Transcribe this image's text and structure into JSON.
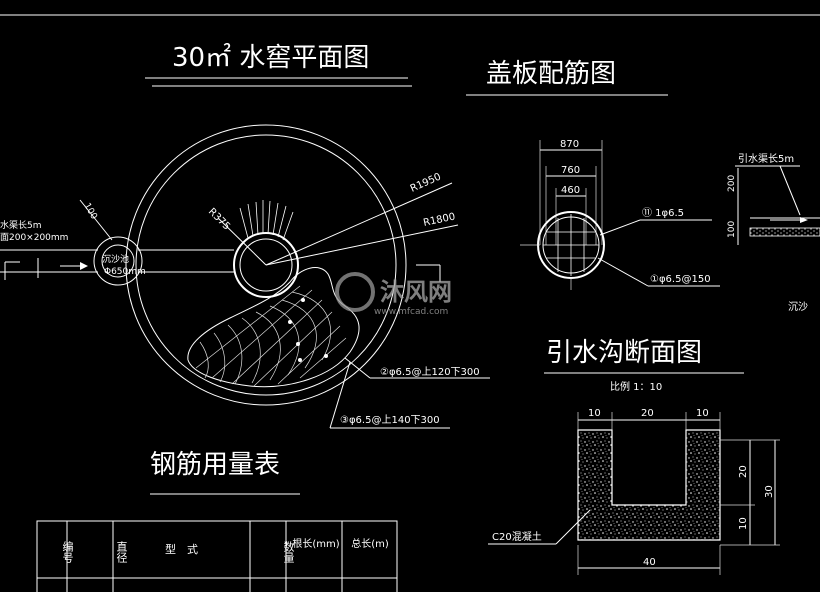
{
  "titles": {
    "plan": "30㎡ 水窖平面图",
    "cover": "盖板配筋图",
    "section": "引水沟断面图",
    "section_scale": "比例 1：10",
    "table": "钢筋用量表"
  },
  "plan_labels": {
    "r1950": "R1950",
    "r1800": "R1800",
    "r375": "R375",
    "d100": "100",
    "channel_line1": "水渠长5m",
    "channel_line2": "面200×200mm",
    "settle_tank": "沉沙池",
    "settle_dia": "Φ650mm",
    "rebar2": "②φ6.5@上120下300",
    "rebar3": "③φ6.5@上140下300"
  },
  "cover_labels": {
    "d870": "870",
    "d760": "760",
    "d460": "460",
    "bar1": "⑪ 1φ6.5",
    "bar2": "①φ6.5@150"
  },
  "right_labels": {
    "inlet": "引水渠长5m",
    "h200": "200",
    "h100": "100",
    "settle": "沉沙"
  },
  "section_labels": {
    "top_left": "10",
    "top_mid": "20",
    "top_right": "10",
    "right_20": "20",
    "right_10": "10",
    "total_30": "30",
    "bottom_40": "40",
    "concrete": "C20混凝土"
  },
  "table": {
    "headers": [
      "编号",
      "直径",
      "型　式",
      "数量",
      "根长(mm)",
      "总长(m)"
    ]
  },
  "watermark": {
    "brand": "沐风网",
    "url": "www.mfcad.com"
  }
}
